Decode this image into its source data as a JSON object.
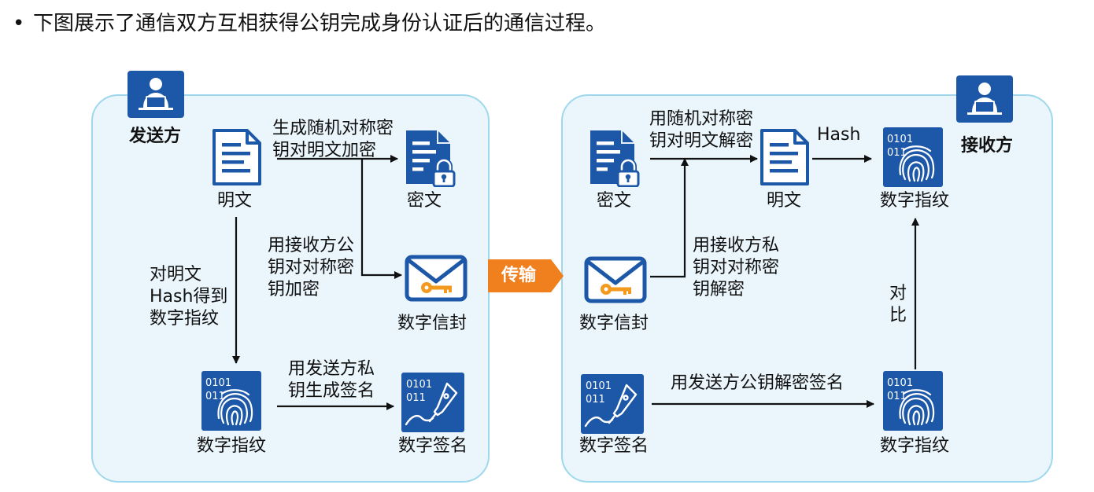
{
  "intro": {
    "bullet": "•",
    "text": "下图展示了通信双方互相获得公钥完成身份认证后的通信过程。"
  },
  "arrow_label": "传输",
  "sender": {
    "role": "发送方",
    "plaintext": "明文",
    "ciphertext": "密文",
    "envelope": "数字信封",
    "fingerprint": "数字指纹",
    "signature": "数字签名",
    "step_encrypt": "生成随机对称密\n钥对明文加密",
    "step_envelope": "用接收方公\n钥对对称密\n钥加密",
    "step_hash": "对明文\nHash得到\n数字指纹",
    "step_sign": "用发送方私\n钥生成签名"
  },
  "receiver": {
    "role": "接收方",
    "ciphertext": "密文",
    "plaintext": "明文",
    "fingerprint_top": "数字指纹",
    "envelope": "数字信封",
    "signature": "数字签名",
    "fingerprint_bottom": "数字指纹",
    "step_decrypt": "用随机对称密\n钥对明文解密",
    "step_hash": "Hash",
    "step_open_envelope": "用接收方私\n钥对对称密\n钥解密",
    "step_compare": "对\n比",
    "step_verify": "用发送方公钥解密签名"
  },
  "icon_text": {
    "bits_line1": "0101",
    "bits_line2": "011"
  },
  "colors": {
    "icon_blue": "#1d58a8",
    "panel_fill": "#eaf6fc",
    "panel_border": "#9fd8ec",
    "arrow_orange": "#f07f1e",
    "key_orange": "#f39a1e"
  }
}
